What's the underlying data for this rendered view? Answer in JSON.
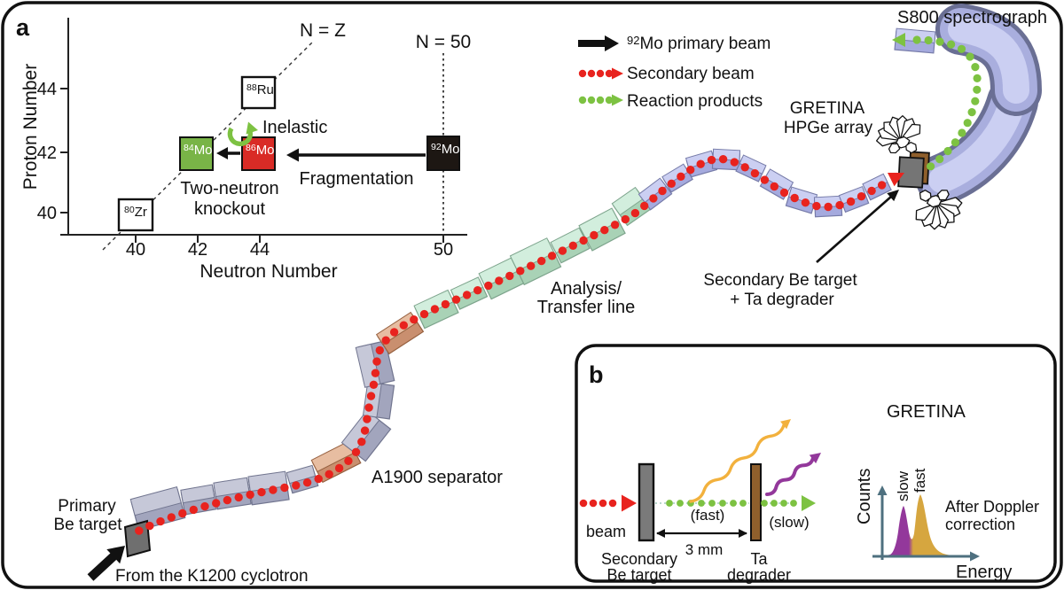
{
  "panel_a": {
    "label": "a",
    "y_axis_label": "Proton Number",
    "x_axis_label": "Neutron Number",
    "y_ticks": [
      "44",
      "42",
      "40"
    ],
    "x_ticks": [
      "40",
      "42",
      "44",
      "50"
    ],
    "n_equals_z": "N = Z",
    "n_equals_50": "N = 50",
    "nuclides": [
      {
        "mass": "80",
        "symbol": "Zr"
      },
      {
        "mass": "84",
        "symbol": "Mo"
      },
      {
        "mass": "86",
        "symbol": "Mo"
      },
      {
        "mass": "88",
        "symbol": "Ru"
      },
      {
        "mass": "92",
        "symbol": "Mo"
      }
    ],
    "inelastic": "Inelastic",
    "knockout_line1": "Two-neutron",
    "knockout_line2": "knockout",
    "fragmentation": "Fragmentation"
  },
  "legend": {
    "primary_beam_mass": "92",
    "primary_beam_label": "Mo primary beam",
    "secondary_beam_label": "Secondary beam",
    "reaction_products_label": "Reaction products"
  },
  "labels": {
    "s800": "S800 spectrograph",
    "gretina_line1": "GRETINA",
    "gretina_line2": "HPGe array",
    "sec_target_line1": "Secondary Be target",
    "sec_target_line2": "+ Ta degrader",
    "analysis_line1": "Analysis/",
    "analysis_line2": "Transfer line",
    "a1900": "A1900 separator",
    "primary_line1": "Primary",
    "primary_line2": "Be target",
    "cyclotron": "From the K1200 cyclotron"
  },
  "panel_b": {
    "label": "b",
    "beam": "beam",
    "fast": "(fast)",
    "slow": "(slow)",
    "gap": "3 mm",
    "target_line1": "Secondary",
    "target_line2": "Be target",
    "degrader_line1": "Ta",
    "degrader_line2": "degrader",
    "gretina": "GRETINA",
    "spectrum": {
      "ylabel": "Counts",
      "xlabel": "Energy",
      "peak_slow": "slow",
      "peak_fast": "fast",
      "note_line1": "After Doppler",
      "note_line2": "correction"
    }
  },
  "colors": {
    "beam_red": "#e8231e",
    "products_green": "#7dc242",
    "nuclide_green": "#79b447",
    "nuclide_red": "#d92b26",
    "nuclide_black": "#1d1713",
    "magnet_lavender": "#cbcff2",
    "magnet_mint": "#d2eedd",
    "magnet_gray": "#c6c8d8",
    "copper": "#e0ab8b",
    "target_gray": "#6f6f6f",
    "degrader_brown": "#8f5f2c",
    "gamma_orange": "#f2b13d",
    "gamma_purple": "#93389b",
    "spectrum_gold": "#d6a63f",
    "axis_slate": "#4e707f"
  }
}
